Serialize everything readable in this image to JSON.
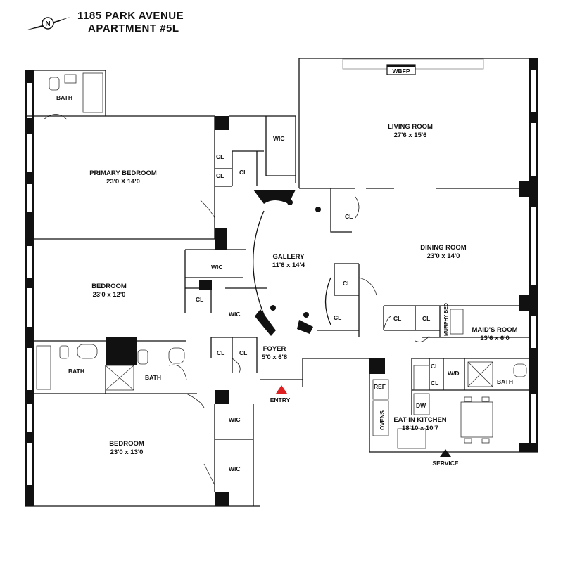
{
  "header": {
    "address": "1185 PARK AVENUE",
    "apartment": "APARTMENT #5L",
    "compass_letter": "N"
  },
  "rooms": {
    "bath_top": "BATH",
    "primary_bedroom": {
      "name": "PRIMARY BEDROOM",
      "dim": "23'0 X 14'0"
    },
    "wic_primary": "WIC",
    "cl_a": "CL",
    "cl_b": "CL",
    "cl_c": "CL",
    "living_room": {
      "name": "LIVING ROOM",
      "dim": "27'6 x 15'6"
    },
    "wbfp": "WBFP",
    "cl_gallery": "CL",
    "gallery": {
      "name": "GALLERY",
      "dim": "11'6 x 14'4"
    },
    "dining_room": {
      "name": "DINING ROOM",
      "dim": "23'0 x 14'0"
    },
    "wic_mid": "WIC",
    "bedroom_mid": {
      "name": "BEDROOM",
      "dim": "23'0 x 12'0"
    },
    "cl_mid": "CL",
    "wic_mid2": "WIC",
    "cl_dining_a": "CL",
    "cl_dining_b": "CL",
    "cl_maid_a": "CL",
    "cl_maid_b": "CL",
    "murphy_bed": "MURPHY BED",
    "maids_room": {
      "name": "MAID'S ROOM",
      "dim": "13'6 x 6'0"
    },
    "cl_foyer_a": "CL",
    "cl_foyer_b": "CL",
    "foyer": {
      "name": "FOYER",
      "dim": "5'0 x 6'8"
    },
    "bath_left": "BATH",
    "bath_center": "BATH",
    "entry": "ENTRY",
    "ref": "REF",
    "cl_k_a": "CL",
    "cl_k_b": "CL",
    "wd": "W/D",
    "dw": "DW",
    "bath_maid": "BATH",
    "ovens": "OVENS",
    "kitchen": {
      "name": "EAT-IN KITCHEN",
      "dim": "18'10 x 10'7"
    },
    "service": "SERVICE",
    "wic_bottom_a": "WIC",
    "wic_bottom_b": "WIC",
    "bedroom_bottom": {
      "name": "BEDROOM",
      "dim": "23'0 x 13'0"
    }
  },
  "colors": {
    "wall": "#111111",
    "entry_marker": "#e02020",
    "window": "#888888"
  }
}
